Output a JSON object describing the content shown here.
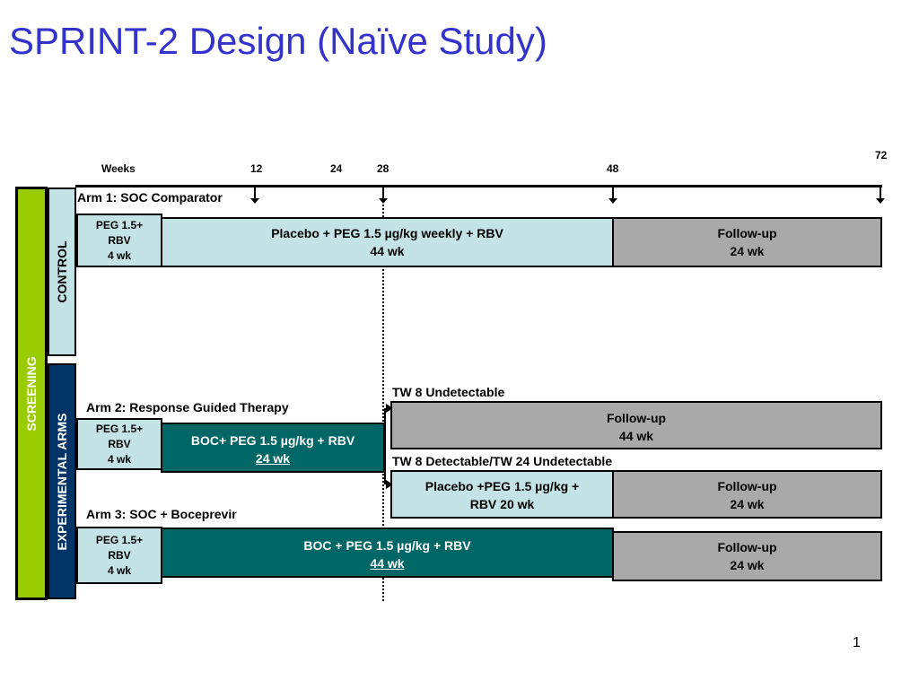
{
  "title": "SPRINT-2 Design (Naïve Study)",
  "timeline": {
    "weeks_label": "Weeks",
    "marks": [
      "12",
      "24",
      "28",
      "48",
      "72"
    ]
  },
  "side_labels": {
    "screening": "SCREENING",
    "control": "CONTROL",
    "experimental": "EXPERIMENTAL ARMS"
  },
  "arm1": {
    "label": "Arm 1: SOC Comparator",
    "leadin": [
      "PEG 1.5+",
      "RBV",
      "4 wk"
    ],
    "treatment": [
      "Placebo + PEG 1.5 µg/kg weekly + RBV",
      "44 wk"
    ],
    "followup": [
      "Follow-up",
      "24 wk"
    ]
  },
  "arm2": {
    "label": "Arm 2: Response Guided Therapy",
    "leadin": [
      "PEG 1.5+",
      "RBV",
      "4 wk"
    ],
    "treatment": [
      "BOC+ PEG 1.5 µg/kg + RBV",
      "24 wk"
    ],
    "branch1_label": "TW 8 Undetectable",
    "branch1_followup": [
      "Follow-up",
      "44 wk"
    ],
    "branch2_label": "TW 8 Detectable/TW 24 Undetectable",
    "branch2_treatment": [
      "Placebo +PEG 1.5 µg/kg +",
      "RBV 20 wk"
    ],
    "branch2_followup": [
      "Follow-up",
      "24 wk"
    ]
  },
  "arm3": {
    "label": "Arm 3: SOC + Boceprevir",
    "leadin": [
      "PEG 1.5+",
      "RBV",
      "4 wk"
    ],
    "treatment": [
      "BOC + PEG 1.5 µg/kg + RBV",
      "44 wk"
    ],
    "followup": [
      "Follow-up",
      "24 wk"
    ]
  },
  "page_number": "1",
  "colors": {
    "title": "#3333cc",
    "screening": "#99cc00",
    "light_blue": "#c4e3e6",
    "teal": "#006666",
    "navy": "#003366",
    "gray": "#a9a9a9"
  }
}
